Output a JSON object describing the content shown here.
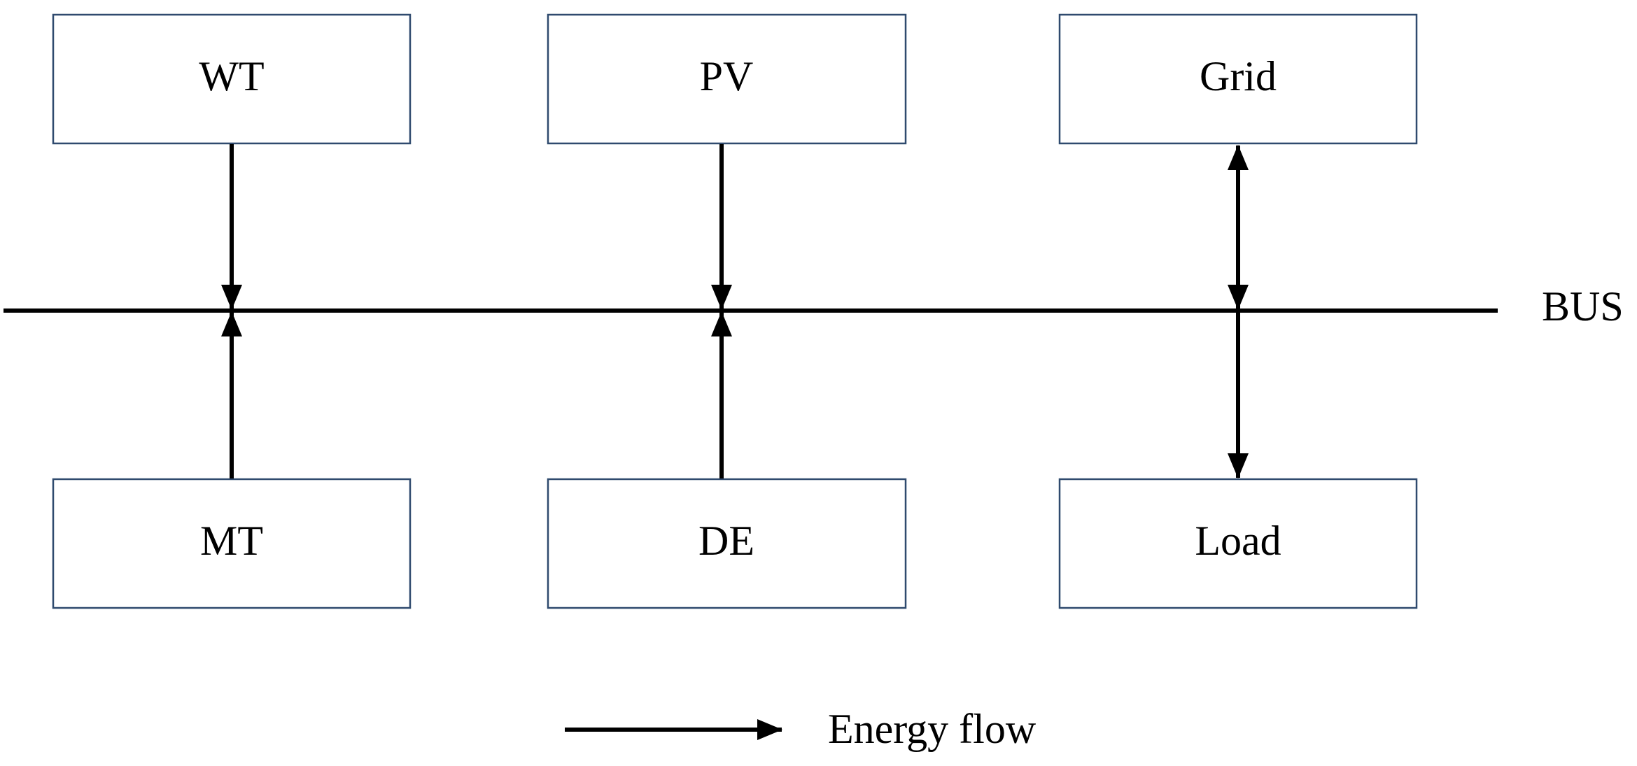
{
  "boxes": {
    "wt": {
      "label": "WT"
    },
    "pv": {
      "label": "PV"
    },
    "grid": {
      "label": "Grid"
    },
    "mt": {
      "label": "MT"
    },
    "de": {
      "label": "DE"
    },
    "load": {
      "label": "Load"
    }
  },
  "bus": {
    "label": "BUS"
  },
  "legend": {
    "label": "Energy flow"
  },
  "flows": [
    {
      "from": "WT",
      "to": "BUS",
      "direction": "one-way"
    },
    {
      "from": "MT",
      "to": "BUS",
      "direction": "one-way"
    },
    {
      "from": "PV",
      "to": "BUS",
      "direction": "one-way"
    },
    {
      "from": "DE",
      "to": "BUS",
      "direction": "one-way"
    },
    {
      "from": "Grid",
      "to": "BUS",
      "direction": "two-way"
    },
    {
      "from": "BUS",
      "to": "Load",
      "direction": "one-way"
    }
  ]
}
